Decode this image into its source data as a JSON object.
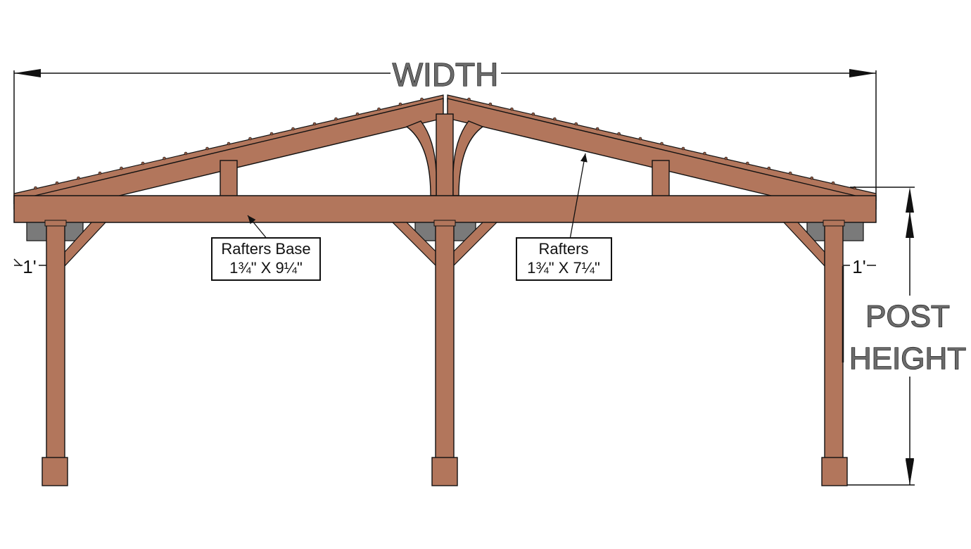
{
  "labels": {
    "width": "WIDTH",
    "post_height_line1": "POST",
    "post_height_line2": "HEIGHT",
    "overhang_left": "1'",
    "overhang_right": "1'"
  },
  "callouts": {
    "rafters_base_title": "Rafters Base",
    "rafters_base_size": "1¾\" X 9¼\"",
    "rafters_title": "Rafters",
    "rafters_size": "1¾\" X 7¼\""
  },
  "colors": {
    "wood": "#b2765c",
    "wood_dark": "#8a5540",
    "bracket": "#7a7a7a",
    "dimension_line": "#111111"
  }
}
